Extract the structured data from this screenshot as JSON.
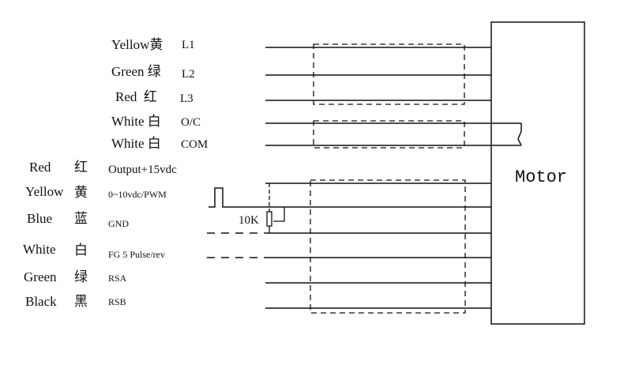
{
  "motor": {
    "label": "Motor"
  },
  "upper_wires": [
    {
      "color": "Yellow",
      "cn": "黄",
      "signal": "L1"
    },
    {
      "color": "Green",
      "cn": "绿",
      "signal": "L2"
    },
    {
      "color": "Red",
      "cn": "红",
      "signal": "L3"
    },
    {
      "color": "White",
      "cn": "白",
      "signal": "O/C"
    },
    {
      "color": "White",
      "cn": "白",
      "signal": "COM"
    }
  ],
  "lower_wires": [
    {
      "color": "Red",
      "cn": "红",
      "signal": "Output+15vdc"
    },
    {
      "color": "Yellow",
      "cn": "黄",
      "signal": "0~10vdc/PWM"
    },
    {
      "color": "Blue",
      "cn": "蓝",
      "signal": "GND"
    },
    {
      "color": "White",
      "cn": "白",
      "signal": "FG 5 Pulse/rev"
    },
    {
      "color": "Green",
      "cn": "绿",
      "signal": "RSA"
    },
    {
      "color": "Black",
      "cn": "黑",
      "signal": "RSB"
    }
  ],
  "resistor": {
    "label": "10K"
  },
  "colors": {
    "ink": "#111111",
    "background": "#ffffff"
  }
}
